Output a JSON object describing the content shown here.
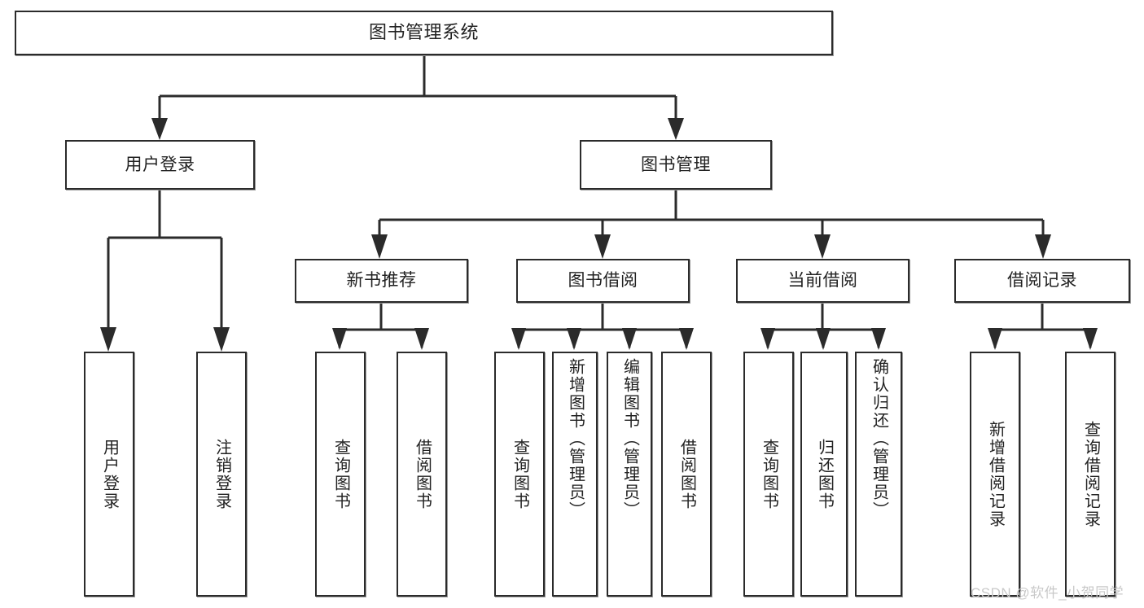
{
  "diagram": {
    "title": "图书管理系统",
    "type": "功能结构图",
    "watermark": "CSDN @软件_小贺同学",
    "colors": {
      "border": "#2b2b2b",
      "fill": "#ffffff",
      "text": "#222222",
      "connector": "#2b2b2b",
      "watermark": "#c9c9c9"
    },
    "levels": {
      "root": {
        "label": "图书管理系统"
      },
      "level2": [
        {
          "label": "用户登录"
        },
        {
          "label": "图书管理"
        }
      ],
      "level3": [
        {
          "label": "新书推荐"
        },
        {
          "label": "图书借阅"
        },
        {
          "label": "当前借阅"
        },
        {
          "label": "借阅记录"
        }
      ],
      "leaves": {
        "user_login": [
          {
            "label": "用户登录"
          },
          {
            "label": "注销登录"
          }
        ],
        "new_book_recommend": [
          {
            "label": "查询图书"
          },
          {
            "label": "借阅图书"
          }
        ],
        "book_borrow": [
          {
            "label": "查询图书"
          },
          {
            "label": "新增图书（管理员）"
          },
          {
            "label": "编辑图书（管理员）"
          },
          {
            "label": "借阅图书"
          }
        ],
        "current_borrow": [
          {
            "label": "查询图书"
          },
          {
            "label": "归还图书"
          },
          {
            "label": "确认归还（管理员）"
          }
        ],
        "borrow_record": [
          {
            "label": "新增借阅记录"
          },
          {
            "label": "查询借阅记录"
          }
        ]
      }
    }
  }
}
